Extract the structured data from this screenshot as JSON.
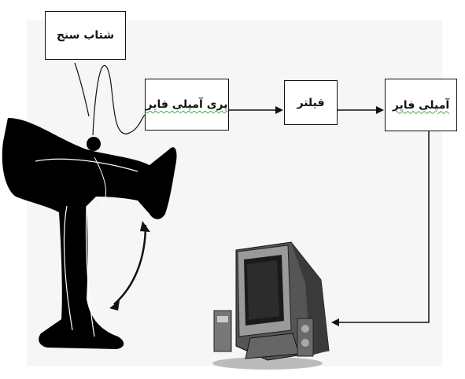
{
  "diagram": {
    "sensor_label": "شتاب سنج",
    "preamp_label": "پری آمپلی فایر",
    "filter_label": "فیلتر",
    "amp_label": "آمپلی فایر"
  }
}
